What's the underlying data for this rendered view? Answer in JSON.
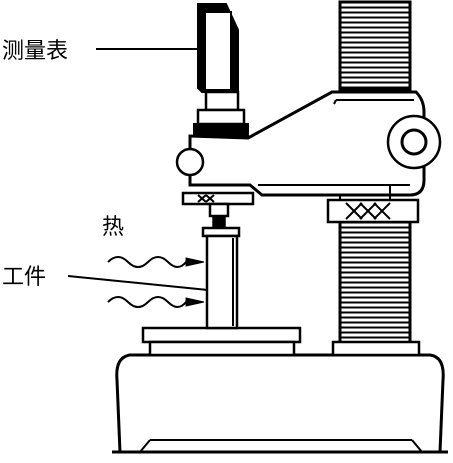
{
  "labels": {
    "gauge": "测量表",
    "heat": "热",
    "workpiece": "工件"
  },
  "colors": {
    "ink": "#000000",
    "paper": "#ffffff"
  }
}
